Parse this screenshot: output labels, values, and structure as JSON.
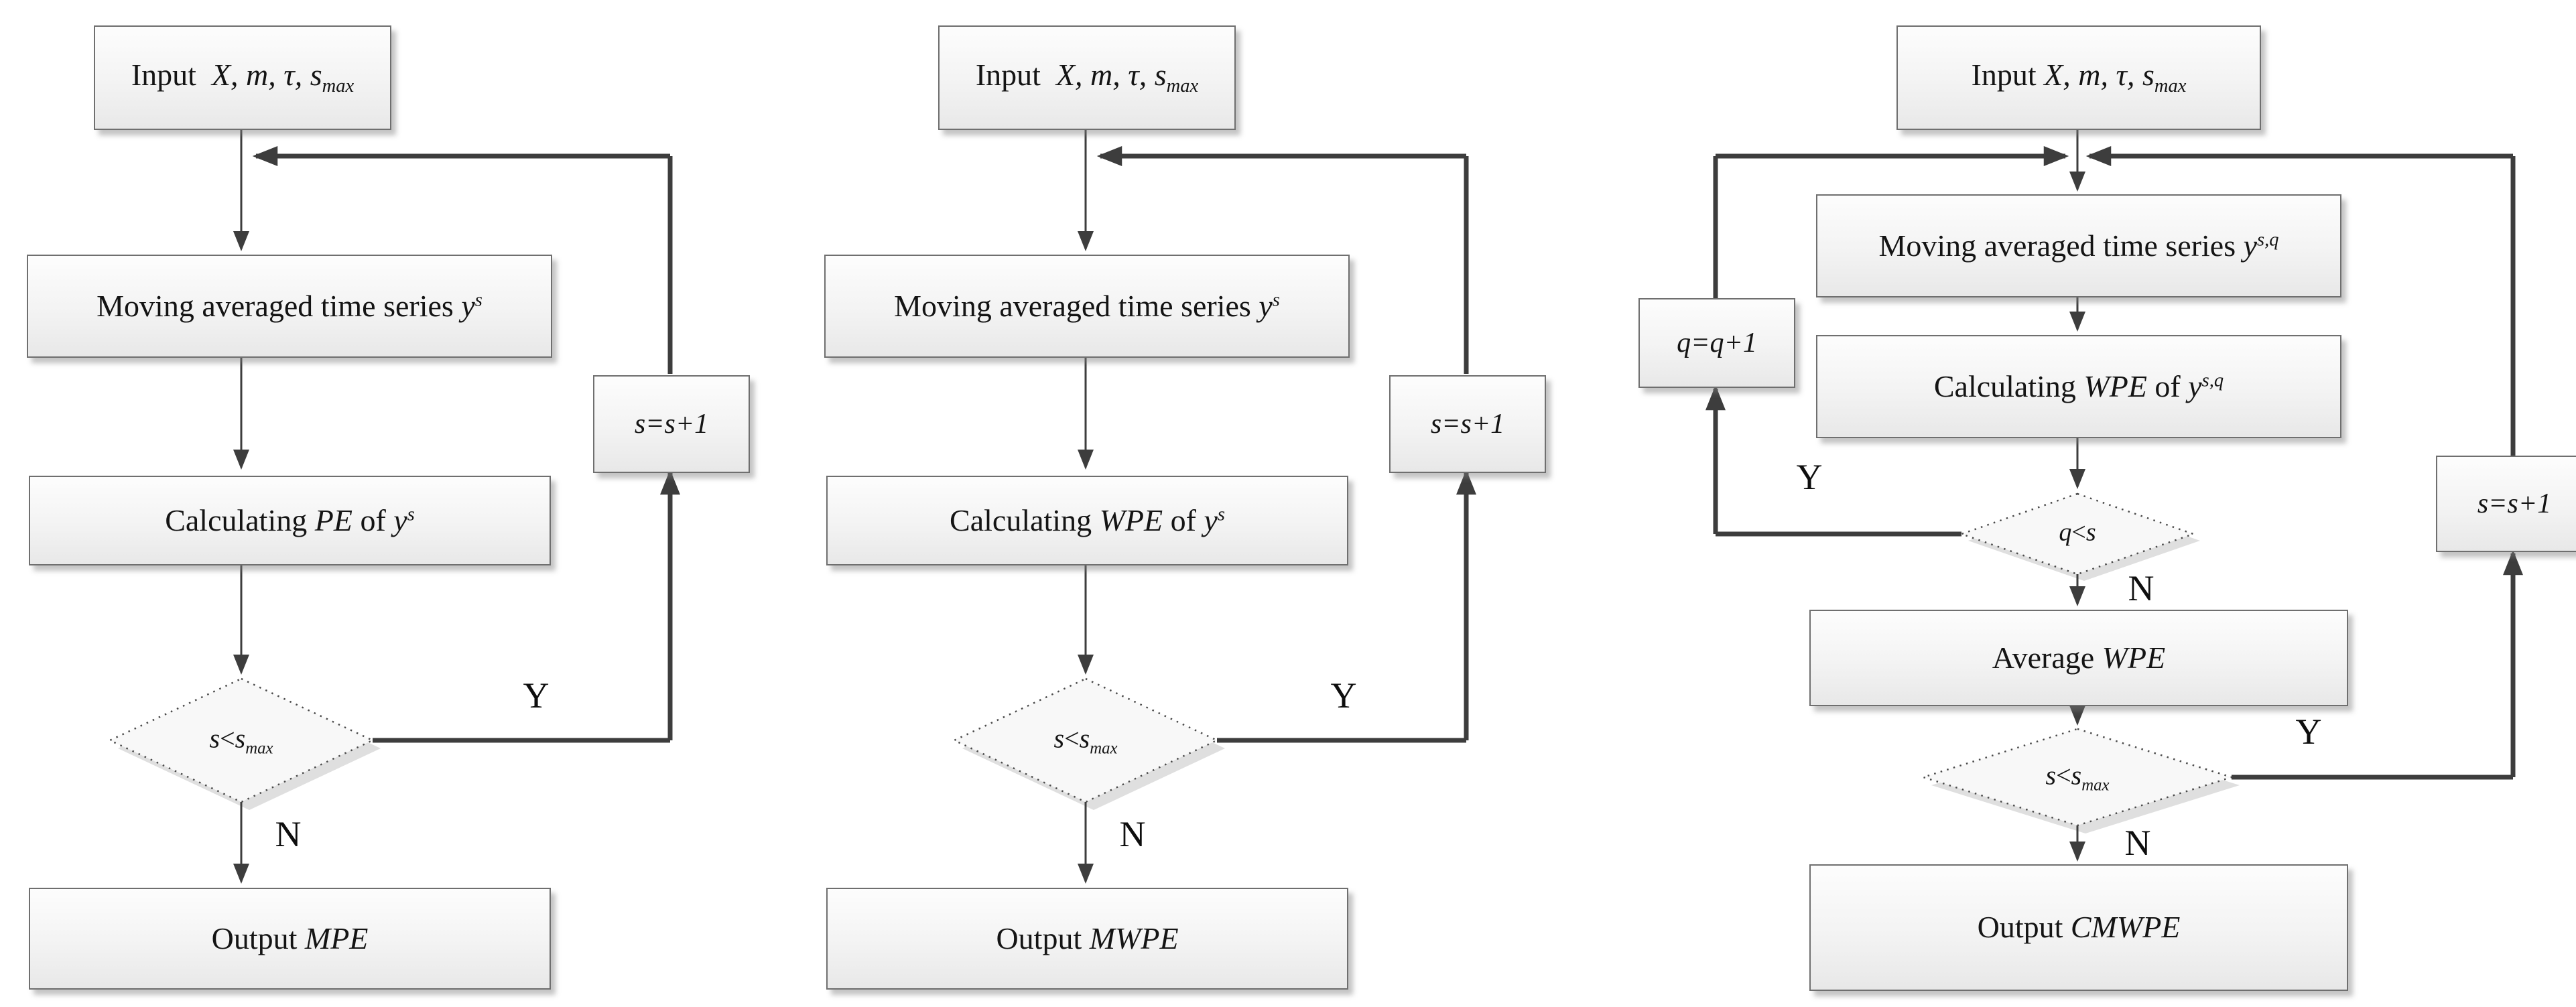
{
  "figure": {
    "background": "#ffffff",
    "line_color": "#3d3d3d",
    "box_border_color": "#6f6f6f",
    "box_fill_top": "#fdfdfd",
    "box_fill_bottom": "#e8e8e8",
    "description": "Three flowcharts of multiscale permutation entropy algorithms"
  },
  "charts": [
    {
      "name": "MPE flowchart",
      "input": {
        "prefix": "Input ",
        "vars": "X, m, τ, s",
        "vars_sub": "max"
      },
      "moving": {
        "prefix": "Moving averaged time series ",
        "var": "y",
        "sup": "s"
      },
      "calc": {
        "prefix": "Calculating ",
        "entropy": "PE",
        "mid": " of ",
        "var": "y",
        "sup": "s"
      },
      "decision": {
        "left": "s",
        "op": "<",
        "right": "s",
        "right_sub": "max"
      },
      "increment": "s=s+1",
      "output": {
        "prefix": "Output ",
        "result": "MPE"
      },
      "yes": "Y",
      "no": "N"
    },
    {
      "name": "MWPE flowchart",
      "input": {
        "prefix": "Input ",
        "vars": "X, m, τ, s",
        "vars_sub": "max"
      },
      "moving": {
        "prefix": "Moving averaged time series ",
        "var": "y",
        "sup": "s"
      },
      "calc": {
        "prefix": "Calculating ",
        "entropy": "WPE",
        "mid": " of ",
        "var": "y",
        "sup": "s"
      },
      "decision": {
        "left": "s",
        "op": "<",
        "right": "s",
        "right_sub": "max"
      },
      "increment": "s=s+1",
      "output": {
        "prefix": "Output ",
        "result": "MWPE"
      },
      "yes": "Y",
      "no": "N"
    },
    {
      "name": "CMWPE flowchart",
      "input": {
        "prefix": "Input ",
        "vars": "X, m, τ, s",
        "vars_sub": "max"
      },
      "moving": {
        "prefix": "Moving averaged time series ",
        "var": "y",
        "sup": "s,q"
      },
      "calc": {
        "prefix": "Calculating ",
        "entropy": "WPE",
        "mid": " of ",
        "var": "y",
        "sup": "s,q"
      },
      "q_decision": {
        "left": "q",
        "op": "<",
        "right": "s",
        "right_sub": ""
      },
      "q_increment": "q=q+1",
      "average": {
        "prefix": "Average ",
        "entropy": "WPE"
      },
      "decision": {
        "left": "s",
        "op": "<",
        "right": "s",
        "right_sub": "max"
      },
      "increment": "s=s+1",
      "output": {
        "prefix": "Output ",
        "result": "CMWPE"
      },
      "yes": "Y",
      "no": "N"
    }
  ]
}
